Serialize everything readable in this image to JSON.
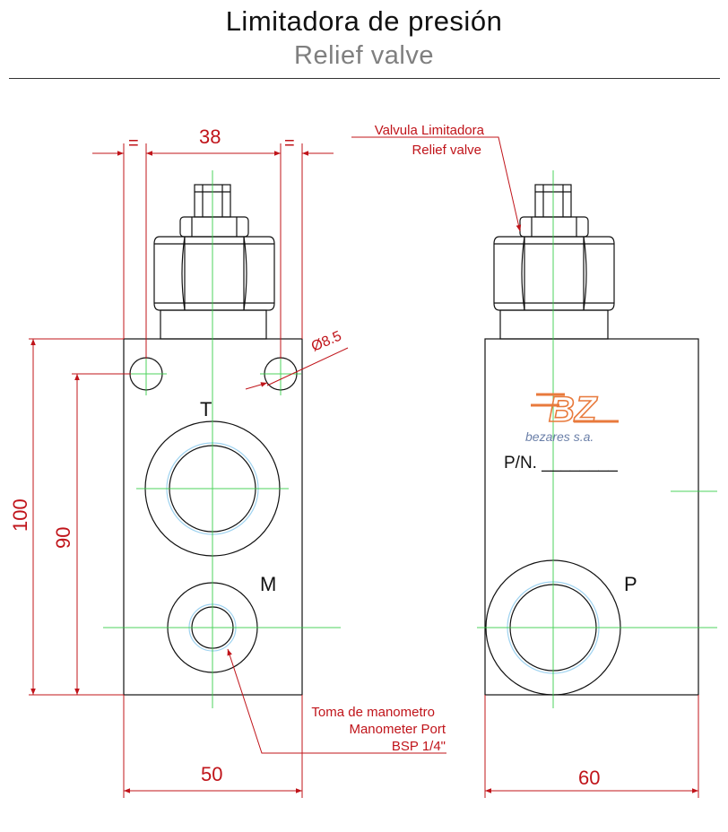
{
  "header": {
    "title": "Limitadora de presión",
    "subtitle": "Relief valve"
  },
  "dimensions": {
    "top_width": "38",
    "equal_left": "=",
    "equal_right": "=",
    "hole_diameter": "Ø8.5",
    "height_total": "100",
    "height_holes": "90",
    "front_width": "50",
    "side_width": "60"
  },
  "ports": {
    "t": "T",
    "m": "M",
    "p": "P"
  },
  "callouts": {
    "relief_valve_es": "Valvula Limitadora",
    "relief_valve_en": "Relief valve",
    "gauge_es": "Toma de manometro",
    "gauge_en": "Manometer Port",
    "gauge_thread": "BSP 1/4\""
  },
  "label_plate": {
    "brand": "bezares s.a.",
    "part_number": "P/N. ________"
  },
  "colors": {
    "outline": "#111111",
    "dimension": "#c0141a",
    "centerline": "#2ecc40",
    "thread": "#9fd3f0",
    "logo": "#e87a3c",
    "logo_text": "#6a7fa8"
  }
}
